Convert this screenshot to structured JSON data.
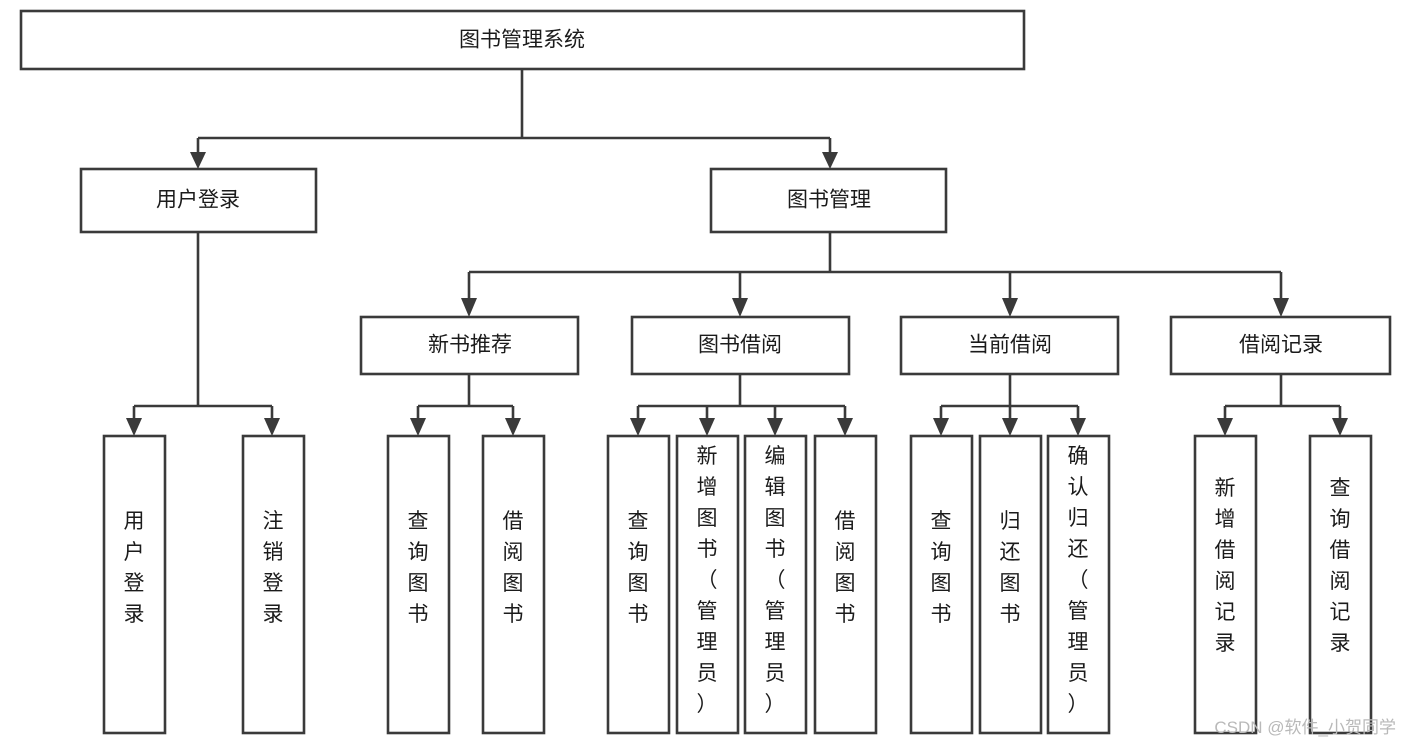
{
  "diagram": {
    "title": "图书管理系统",
    "type": "tree-hierarchy-diagram",
    "orientation": "top-down",
    "colors": {
      "box_stroke": "#3a3a3a",
      "box_fill": "#ffffff",
      "connector": "#3a3a3a",
      "text": "#1b1b1b",
      "watermark": "#b9b9b9",
      "background": "#ffffff"
    },
    "root": {
      "label": "图书管理系统",
      "orientation": "horizontal"
    },
    "level2": [
      {
        "label": "用户登录",
        "orientation": "horizontal"
      },
      {
        "label": "图书管理",
        "orientation": "horizontal"
      }
    ],
    "level3": [
      {
        "label": "新书推荐",
        "orientation": "horizontal"
      },
      {
        "label": "图书借阅",
        "orientation": "horizontal"
      },
      {
        "label": "当前借阅",
        "orientation": "horizontal"
      },
      {
        "label": "借阅记录",
        "orientation": "horizontal"
      }
    ],
    "leaves": {
      "user_login": [
        {
          "label": "用户登录",
          "orientation": "vertical"
        },
        {
          "label": "注销登录",
          "orientation": "vertical"
        }
      ],
      "new_book_recommend": [
        {
          "label": "查询图书",
          "orientation": "vertical"
        },
        {
          "label": "借阅图书",
          "orientation": "vertical"
        }
      ],
      "book_borrow": [
        {
          "label": "查询图书",
          "orientation": "vertical"
        },
        {
          "label": "新增图书（管理员）",
          "orientation": "vertical"
        },
        {
          "label": "编辑图书（管理员）",
          "orientation": "vertical"
        },
        {
          "label": "借阅图书",
          "orientation": "vertical"
        }
      ],
      "current_borrow": [
        {
          "label": "查询图书",
          "orientation": "vertical"
        },
        {
          "label": "归还图书",
          "orientation": "vertical"
        },
        {
          "label": "确认归还（管理员）",
          "orientation": "vertical"
        }
      ],
      "borrow_record": [
        {
          "label": "新增借阅记录",
          "orientation": "vertical"
        },
        {
          "label": "查询借阅记录",
          "orientation": "vertical"
        }
      ]
    },
    "watermark": "CSDN @软件_小贺同学"
  }
}
